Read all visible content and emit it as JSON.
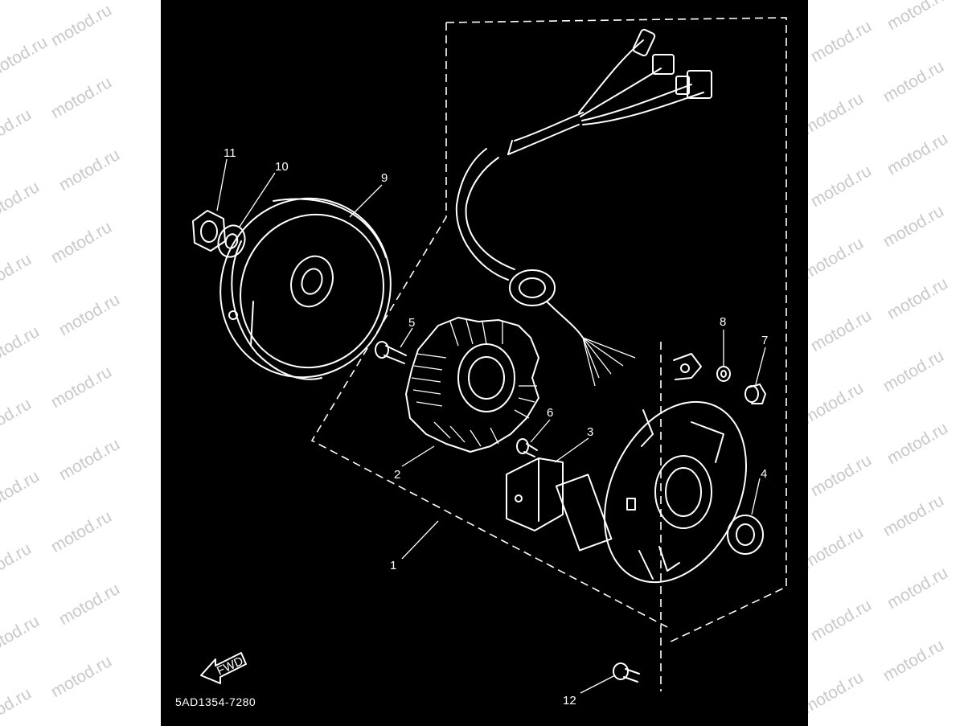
{
  "watermark": {
    "text": "motod.ru"
  },
  "diagram": {
    "code": "5AD1354-7280",
    "fwd_label": "FWD",
    "callouts": [
      {
        "id": "1",
        "text": "1"
      },
      {
        "id": "2",
        "text": "2"
      },
      {
        "id": "3",
        "text": "3"
      },
      {
        "id": "4",
        "text": "4"
      },
      {
        "id": "5",
        "text": "5"
      },
      {
        "id": "6",
        "text": "6"
      },
      {
        "id": "7",
        "text": "7"
      },
      {
        "id": "8",
        "text": "8"
      },
      {
        "id": "9",
        "text": "9"
      },
      {
        "id": "10",
        "text": "10"
      },
      {
        "id": "11",
        "text": "11"
      },
      {
        "id": "12",
        "text": "12"
      }
    ],
    "colors": {
      "background": "#000000",
      "line": "#ffffff",
      "margin": "#ffffff",
      "watermark": "#c9c9c9"
    }
  }
}
